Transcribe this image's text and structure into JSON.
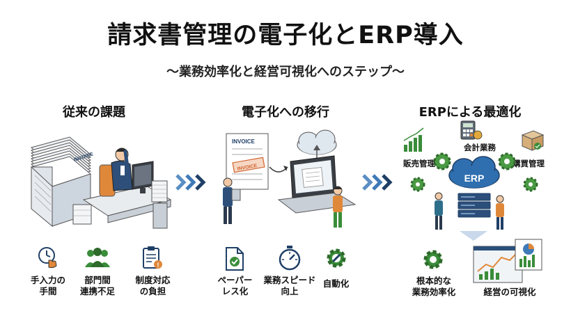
{
  "title": "請求書管理の電子化とERP導入",
  "subtitle": "〜業務効率化と経営可視化へのステップ〜",
  "sections": {
    "traditional": {
      "heading": "従来の課題",
      "invoice_label": "INVOICE",
      "issues": [
        {
          "icon": "clock-hand-icon",
          "line1": "手入力の",
          "line2": "手間"
        },
        {
          "icon": "people-icon",
          "line1": "部門間",
          "line2": "連携不足"
        },
        {
          "icon": "clipboard-warning-icon",
          "line1": "制度対応",
          "line2": "の負担"
        }
      ]
    },
    "digital": {
      "heading": "電子化への移行",
      "invoice_label": "INVOICE",
      "stamp_label": "INVOICE",
      "benefits": [
        {
          "icon": "document-check-icon",
          "line1": "ペーパー",
          "line2": "レス化"
        },
        {
          "icon": "stopwatch-icon",
          "line1": "業務スピード",
          "line2": "向上"
        },
        {
          "icon": "gear-wrench-icon",
          "line1": "自動化",
          "line2": ""
        }
      ]
    },
    "erp": {
      "heading": "ERPによる最適化",
      "center_label": "ERP",
      "modules": {
        "sales": "販売管理",
        "accounting": "会計業務",
        "purchasing": "購買管理"
      },
      "outcomes": [
        {
          "icon": "gear-icon",
          "line1": "根本的な",
          "line2": "業務効率化"
        },
        {
          "icon": "dashboard-icon",
          "line1": "経営の可視化",
          "line2": ""
        }
      ]
    }
  },
  "colors": {
    "navy": "#1f3f66",
    "blue": "#3f7ab8",
    "green": "#3a8d3a",
    "orange": "#e0883a",
    "gray": "#9aa3ad"
  }
}
